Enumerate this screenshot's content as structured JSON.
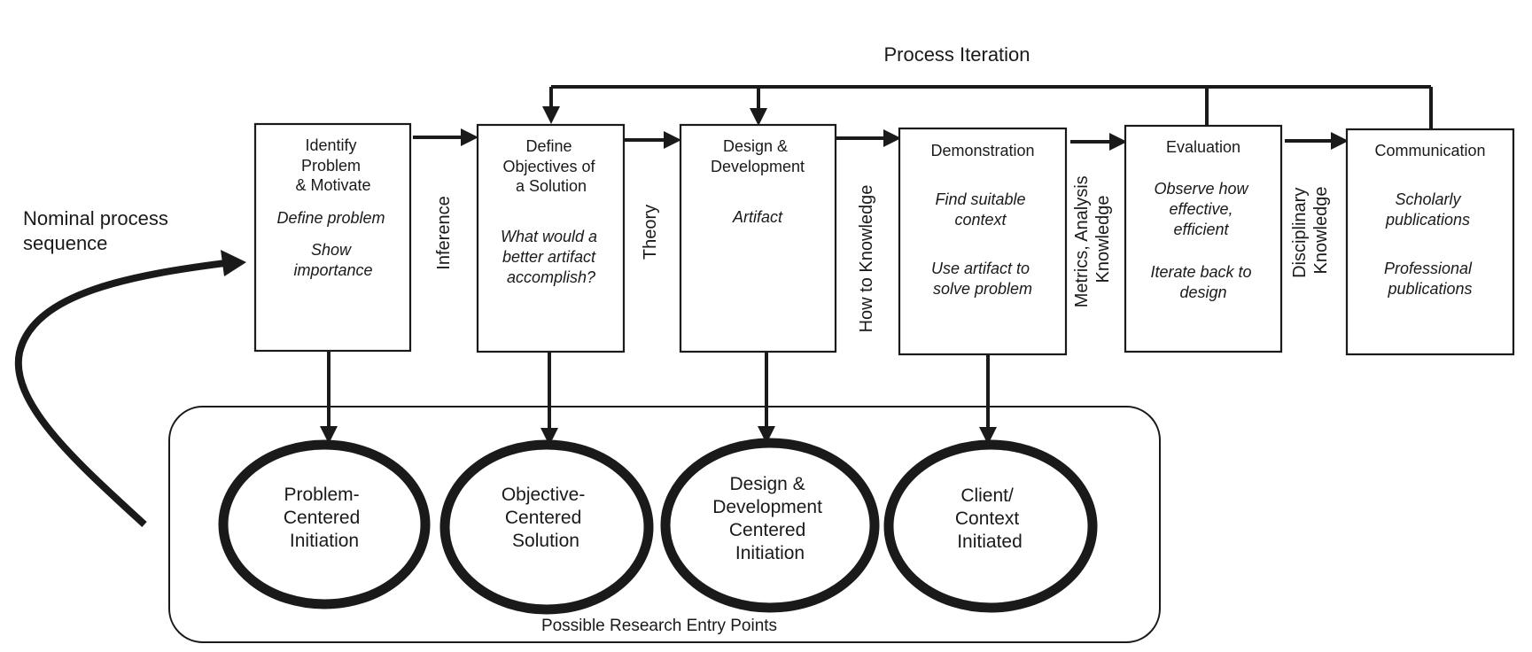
{
  "header": {
    "iteration_label": "Process Iteration"
  },
  "sequence_label": [
    "Nominal process",
    "sequence"
  ],
  "boxes": [
    {
      "id": "identify",
      "title": [
        "Identify",
        "Problem",
        "& Motivate"
      ],
      "notes": [
        "Define problem",
        "Show",
        "importance"
      ]
    },
    {
      "id": "objectives",
      "title": [
        "Define",
        "Objectives of",
        "a Solution"
      ],
      "notes": [
        "What would a",
        "better artifact",
        "accomplish?"
      ]
    },
    {
      "id": "design",
      "title": [
        "Design &",
        "Development"
      ],
      "notes": [
        "Artifact"
      ]
    },
    {
      "id": "demonstration",
      "title": [
        "Demonstration"
      ],
      "notes": [
        "Find suitable",
        "context",
        "Use artifact to",
        "solve problem"
      ]
    },
    {
      "id": "evaluation",
      "title": [
        "Evaluation"
      ],
      "notes": [
        "Observe how",
        "effective,",
        "efficient",
        "Iterate back to",
        "design"
      ]
    },
    {
      "id": "communication",
      "title": [
        "Communication"
      ],
      "notes": [
        "Scholarly",
        "publications",
        "Professional",
        "publications"
      ]
    }
  ],
  "connectors": [
    {
      "id": "inference",
      "lines": [
        "Inference"
      ]
    },
    {
      "id": "theory",
      "lines": [
        "Theory"
      ]
    },
    {
      "id": "how-to-knowledge",
      "lines": [
        "How to Knowledge"
      ]
    },
    {
      "id": "metrics-analysis-knowledge",
      "lines": [
        "Metrics, Analysis",
        "Knowledge"
      ]
    },
    {
      "id": "disciplinary-knowledge",
      "lines": [
        "Disciplinary",
        "Knowledge"
      ]
    }
  ],
  "entry_points": {
    "label": "Possible Research Entry Points",
    "items": [
      {
        "id": "problem-centered",
        "lines": [
          "Problem-",
          "Centered",
          "Initiation"
        ]
      },
      {
        "id": "objective-centered",
        "lines": [
          "Objective-",
          "Centered",
          "Solution"
        ]
      },
      {
        "id": "design-centered",
        "lines": [
          "Design &",
          "Development",
          "Centered",
          "Initiation"
        ]
      },
      {
        "id": "client-context",
        "lines": [
          "Client/",
          "Context",
          "Initiated"
        ]
      }
    ]
  },
  "colors": {
    "ink": "#1a1a1a",
    "background": "#ffffff"
  }
}
